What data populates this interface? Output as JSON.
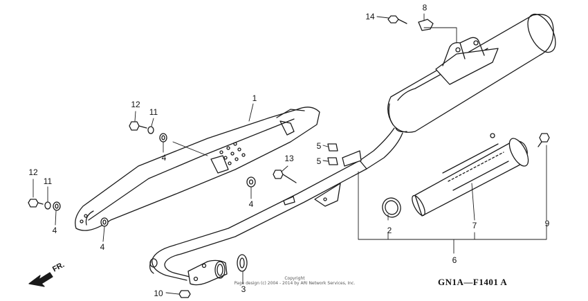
{
  "diagram": {
    "code": "GN1A—F1401 A",
    "copyright_line1": "Copyright",
    "copyright_line2": "Page design (c) 2004 - 2014 by ARI Network Services, Inc.",
    "direction_label": "FR."
  },
  "callouts": {
    "c1": "1",
    "c2": "2",
    "c3": "3",
    "c4a": "4",
    "c4b": "4",
    "c4c": "4",
    "c4d": "4",
    "c5a": "5",
    "c5b": "5",
    "c6": "6",
    "c7": "7",
    "c8": "8",
    "c9": "9",
    "c10": "10",
    "c11a": "11",
    "c11b": "11",
    "c12a": "12",
    "c12b": "12",
    "c13": "13",
    "c14": "14"
  },
  "colors": {
    "line": "#1a1a1a",
    "background": "#ffffff"
  }
}
